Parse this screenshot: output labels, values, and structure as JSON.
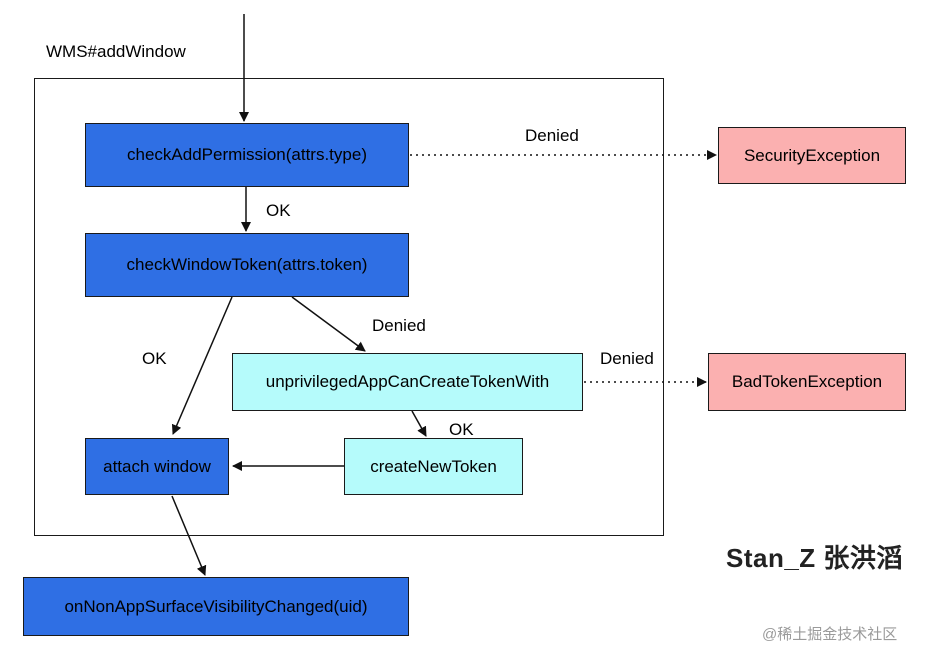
{
  "title": "WMS#addWindow",
  "nodes": {
    "check_permission": "checkAddPermission(attrs.type)",
    "check_token": "checkWindowToken(attrs.token)",
    "unprivileged": "unprivilegedAppCanCreateTokenWith",
    "create_token": "createNewToken",
    "attach": "attach window",
    "on_visibility": "onNonAppSurfaceVisibilityChanged(uid)",
    "security_exception": "SecurityException",
    "bad_token_exception": "BadTokenException"
  },
  "edge_labels": {
    "permission_denied": "Denied",
    "permission_ok": "OK",
    "token_denied": "Denied",
    "token_ok": "OK",
    "unprivileged_denied": "Denied",
    "unprivileged_ok": "OK"
  },
  "colors": {
    "blue": "#2f6fe4",
    "cyan": "#b5fbfb",
    "pink": "#fbb0b0"
  },
  "watermark": {
    "author": "Stan_Z 张洪滔",
    "site": "@稀土掘金技术社区"
  }
}
